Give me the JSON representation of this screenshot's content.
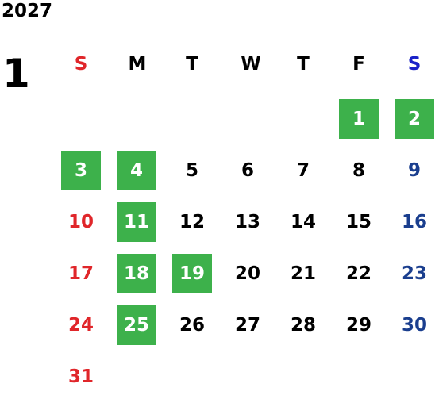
{
  "year": "2027",
  "month": "1",
  "weekdays": [
    "S",
    "M",
    "T",
    "W",
    "T",
    "F",
    "S"
  ],
  "weeks": [
    [
      "",
      "",
      "",
      "",
      "",
      "1",
      "2"
    ],
    [
      "3",
      "4",
      "5",
      "6",
      "7",
      "8",
      "9"
    ],
    [
      "10",
      "11",
      "12",
      "13",
      "14",
      "15",
      "16"
    ],
    [
      "17",
      "18",
      "19",
      "20",
      "21",
      "22",
      "23"
    ],
    [
      "24",
      "25",
      "26",
      "27",
      "28",
      "29",
      "30"
    ],
    [
      "31",
      "",
      "",
      "",
      "",
      "",
      ""
    ]
  ],
  "highlighted_days": [
    "1",
    "2",
    "3",
    "4",
    "11",
    "18",
    "19",
    "25"
  ],
  "colors": {
    "highlight": "#3db14b",
    "sunday": "#e0262a",
    "saturday_header": "#1a22c8",
    "saturday": "#1a3e8e",
    "text": "#000000"
  }
}
